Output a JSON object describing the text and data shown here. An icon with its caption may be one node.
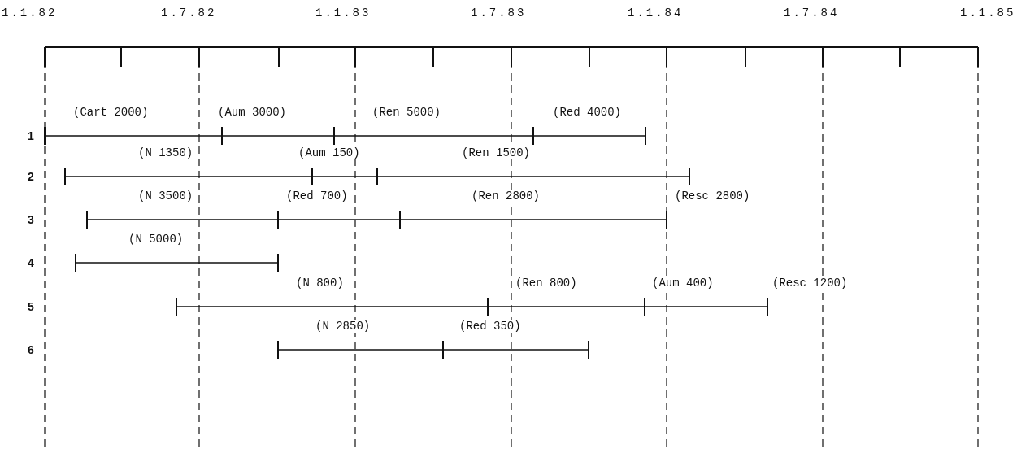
{
  "diagram": {
    "labels": [
      "1.1.82",
      "1.7.82",
      "1.1.83",
      "1.7.83",
      "1.1.84",
      "1.7.84",
      "1.1.85",
      "(Cart 2000)",
      "(Aum 3000)",
      "(Ren 5000)",
      "(Red 4000)",
      "1",
      "(N 1350)",
      "(Aum 150)",
      "(Ren 1500)",
      "2",
      "(N 3500)",
      "(Red 700)",
      "(Ren 2800)",
      "(Resc 2800)",
      "3",
      "(N 5000)",
      "4",
      "(N 800)",
      "(Ren 800)",
      "(Aum 400)",
      "(Resc 1200)",
      "5",
      "(N 2850)",
      "(Red 350)",
      "6"
    ]
  }
}
